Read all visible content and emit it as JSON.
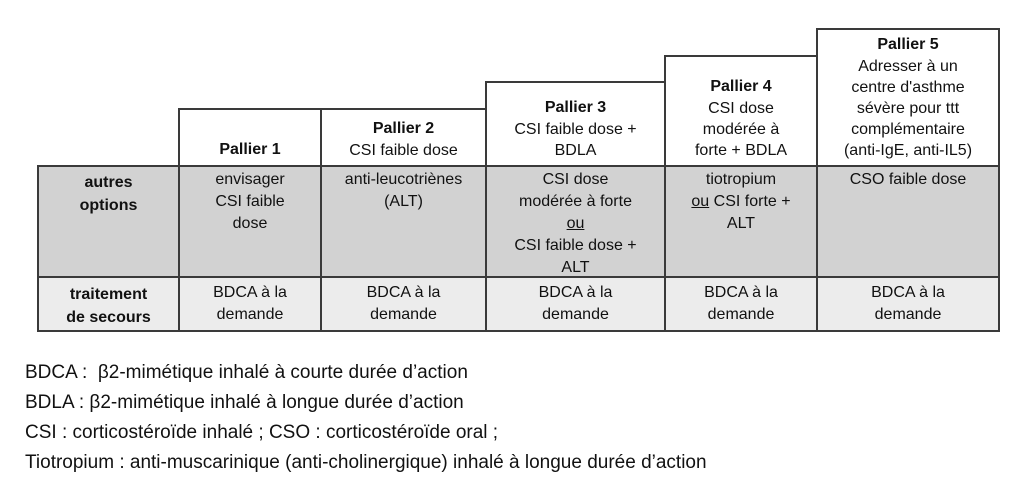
{
  "figure": {
    "row_labels": {
      "options": "autres\noptions",
      "secours": "traitement\nde secours"
    },
    "columns": [
      {
        "title": "Pallier 1",
        "subtitle": "",
        "options": "envisager\nCSI faible\ndose",
        "secours": "BDCA à la\ndemande"
      },
      {
        "title": "Pallier 2",
        "subtitle": "CSI faible dose",
        "options": "anti-leucotriènes\n(ALT)",
        "secours": "BDCA à la\ndemande"
      },
      {
        "title": "Pallier 3",
        "subtitle": "CSI faible dose +\nBDLA",
        "options_before": "CSI dose\nmodérée à forte",
        "options_ou": "ou",
        "options_after": "CSI faible dose +\nALT",
        "secours": "BDCA à la\ndemande"
      },
      {
        "title": "Pallier 4",
        "subtitle": "CSI dose\nmodérée à\nforte + BDLA",
        "options_line1": "tiotropium",
        "options_ou": "ou",
        "options_line2": " CSI forte +",
        "options_line3": "ALT",
        "secours": "BDCA à la\ndemande"
      },
      {
        "title": "Pallier 5",
        "subtitle": "Adresser à un\ncentre d'asthme\nsévère pour ttt\ncomplémentaire\n(anti-IgE, anti-IL5)",
        "options": "CSO faible dose",
        "secours": "BDCA à la\ndemande"
      }
    ],
    "legend": [
      "BDCA :  β2-mimétique inhalé à courte durée d’action",
      "BDLA : β2-mimétique inhalé à longue durée d’action",
      "CSI : corticostéroïde inhalé ; CSO : corticostéroïde oral ;",
      "Tiotropium : anti-muscarinique (anti-cholinergique) inhalé à longue durée d’action"
    ],
    "colors": {
      "options-bg": "#d2d2d2",
      "secours-bg": "#ececec",
      "border": "#3a3a3a",
      "header-bg": "#ffffff",
      "text": "#111111",
      "page-bg": "#ffffff"
    }
  }
}
